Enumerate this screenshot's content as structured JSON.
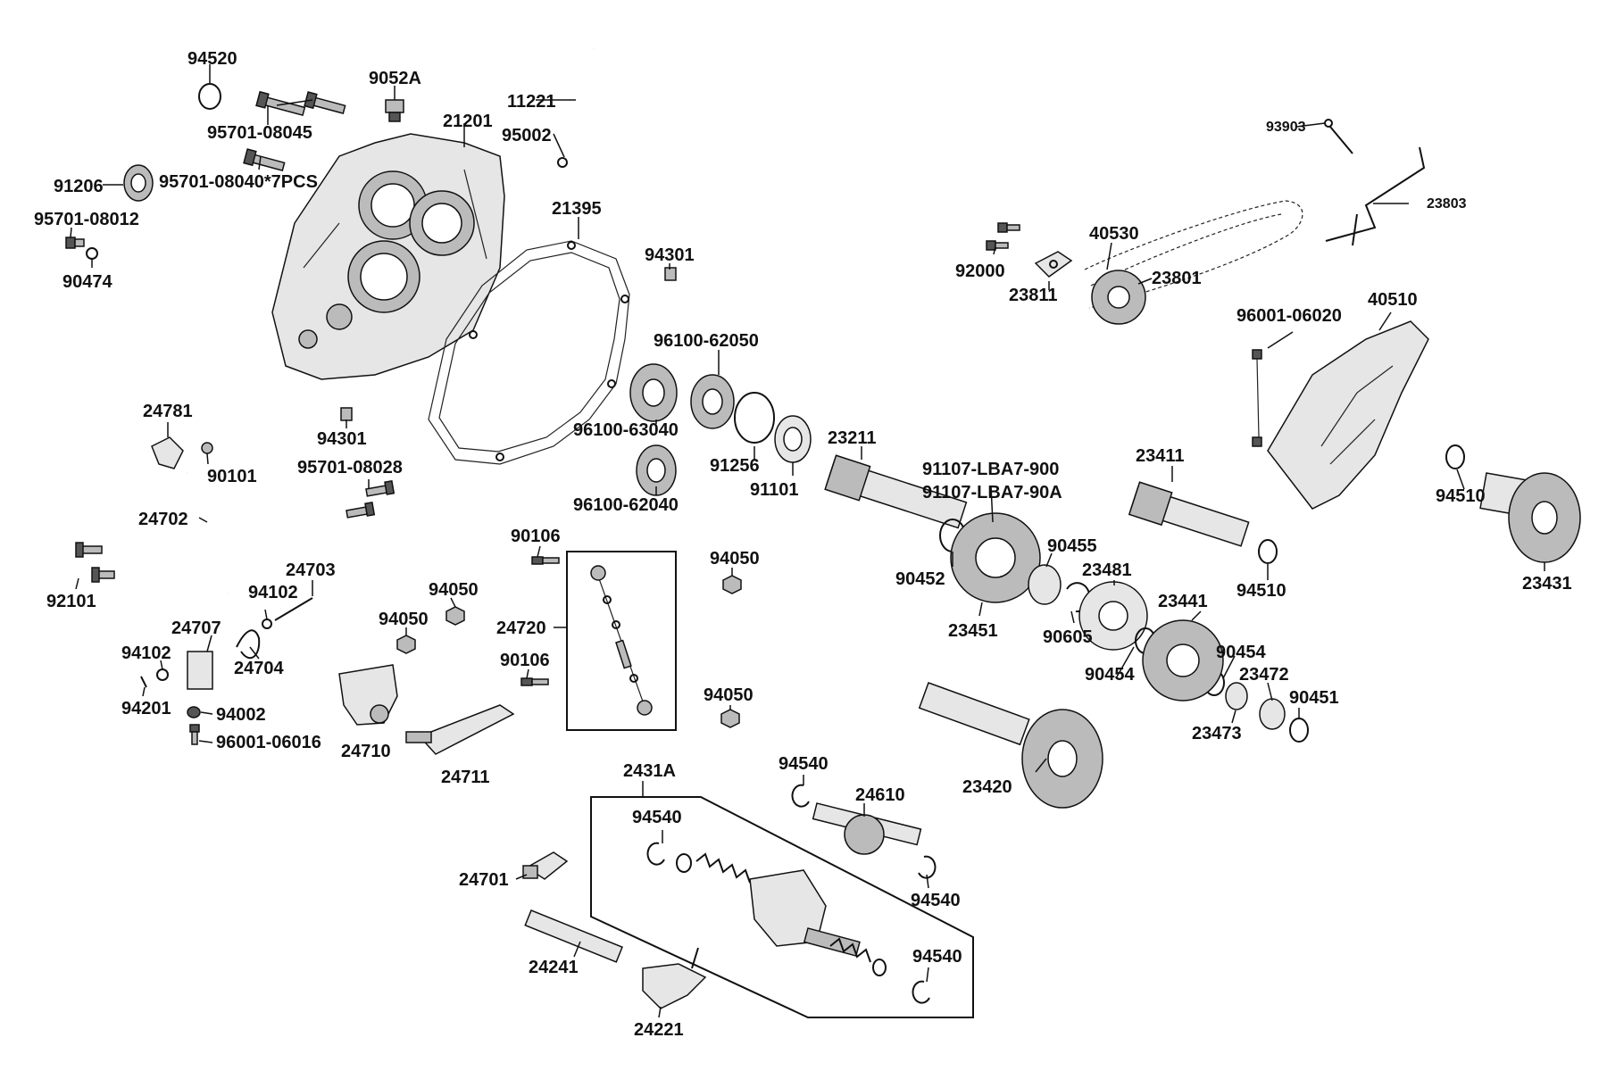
{
  "parts": {
    "p94520": "94520",
    "p95701_08045": "95701-08045",
    "p9052A": "9052A",
    "p11221": "11221",
    "p21201": "21201",
    "p95002": "95002",
    "p91206": "91206",
    "p95701_08040": "95701-08040*7PCS",
    "p95701_08012": "95701-08012",
    "p90474": "90474",
    "p21395": "21395",
    "p94301_a": "94301",
    "p94301_b": "94301",
    "p96100_62050": "96100-62050",
    "p96100_63040": "96100-63040",
    "p96100_62040": "96100-62040",
    "p91256": "91256",
    "p91101": "91101",
    "p95701_08028": "95701-08028",
    "p24781": "24781",
    "p90101": "90101",
    "p24702": "24702",
    "p92101": "92101",
    "p24703": "24703",
    "p94102_a": "94102",
    "p24707": "24707",
    "p24704": "24704",
    "p94102_b": "94102",
    "p94201": "94201",
    "p94002": "94002",
    "p96001_06016": "96001-06016",
    "p94050_a": "94050",
    "p94050_b": "94050",
    "p94050_c": "94050",
    "p94050_d": "94050",
    "p24710": "24710",
    "p24711": "24711",
    "p90106_a": "90106",
    "p90106_b": "90106",
    "p24720": "24720",
    "p2431A": "2431A",
    "p94540_a": "94540",
    "p94540_b": "94540",
    "p94540_c": "94540",
    "p94540_d": "94540",
    "p24610": "24610",
    "p24701": "24701",
    "p24241": "24241",
    "p24221": "24221",
    "p93903": "93903",
    "p23803": "23803",
    "p40530": "40530",
    "p92000": "92000",
    "p23801": "23801",
    "p23811": "23811",
    "p96001_06020": "96001-06020",
    "p40510": "40510",
    "p23211": "23211",
    "p91107_LBA7_900": "91107-LBA7-900",
    "p91107_LBA7_90A": "91107-LBA7-90A",
    "p23411": "23411",
    "p90452": "90452",
    "p90455": "90455",
    "p23481": "23481",
    "p23451": "23451",
    "p90605": "90605",
    "p23441": "23441",
    "p90454_a": "90454",
    "p90454_b": "90454",
    "p23472": "23472",
    "p90451": "90451",
    "p23473": "23473",
    "p94510_a": "94510",
    "p94510_b": "94510",
    "p23431": "23431",
    "p23420": "23420"
  }
}
